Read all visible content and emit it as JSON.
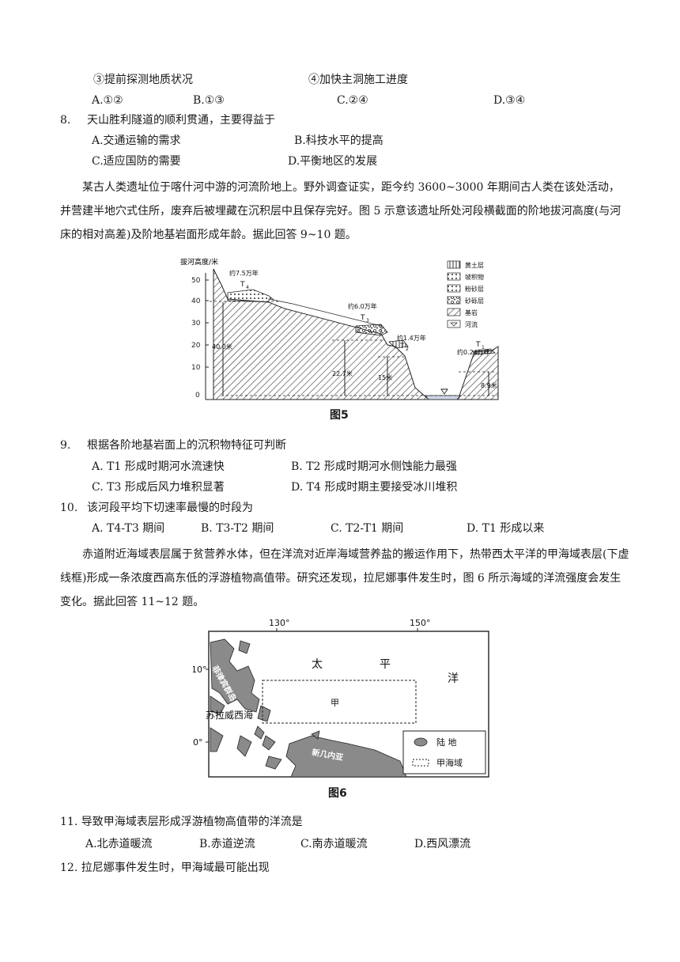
{
  "q7": {
    "option3": "③提前探测地质状况",
    "option4": "④加快主洞施工进度",
    "choices": [
      "A.①②",
      "B.①③",
      "C.②④",
      "D.③④"
    ]
  },
  "q8": {
    "number": "8.",
    "text": "天山胜利隧道的顺利贯通，主要得益于",
    "choices": [
      "A.交通运输的需求",
      "B.科技水平的提高",
      "C.适应国防的需要",
      "D.平衡地区的发展"
    ]
  },
  "passage1": "某古人类遗址位于喀什河中游的河流阶地上。野外调查证实，距今约 3600~3000 年期间古人类在该处活动，并营建半地穴式住所，废弃后被埋藏在沉积层中且保存完好。图 5 示意该遗址所处河段横截面的阶地拔河高度(与河床的相对高差)及阶地基岩面形成年龄。据此回答 9~10 题。",
  "figure5": {
    "ylabel": "拔河高度/米",
    "yticks": [
      "50",
      "40",
      "30",
      "20",
      "10",
      "0"
    ],
    "terraces": [
      {
        "name": "T",
        "sub": "4",
        "age": "约7.5万年",
        "height": "40.0米"
      },
      {
        "name": "T",
        "sub": "3",
        "age": "约6.0万年",
        "height": "22.7米"
      },
      {
        "name": "T",
        "sub": "2",
        "age": "约1.4万年",
        "height": "15米"
      },
      {
        "name": "T",
        "sub": "1",
        "age": "约0.24万年",
        "height": "8.9米"
      }
    ],
    "legend": [
      "黄土层",
      "坡积物",
      "粉砂层",
      "砂砾层",
      "基岩",
      "河流"
    ],
    "caption": "图5"
  },
  "q9": {
    "number": "9.",
    "text": "根据各阶地基岩面上的沉积物特征可判断",
    "choices": [
      "A.  T1 形成时期河水流速快",
      "B.  T2 形成时期河水侧蚀能力最强",
      "C.  T3 形成后风力堆积显著",
      "D.  T4 形成时期主要接受冰川堆积"
    ]
  },
  "q10": {
    "number": "10.",
    "text": "该河段平均下切速率最慢的时段为",
    "choices": [
      "A.  T4-T3 期间",
      "B.  T3-T2 期间",
      "C.  T2-T1 期间",
      "D.  T1 形成以来"
    ]
  },
  "passage2": "赤道附近海域表层属于贫营养水体，但在洋流对近岸海域营养盐的搬运作用下，热带西太平洋的甲海域表层(下虚线框)形成一条浓度西高东低的浮游植物高值带。研究还发现，拉尼娜事件发生时，图 6 所示海域的洋流强度会发生变化。据此回答 11~12 题。",
  "figure6": {
    "lon1": "130°",
    "lon2": "150°",
    "lat1": "10°",
    "lat2": "0°",
    "ocean": [
      "太",
      "平",
      "洋"
    ],
    "area": "甲",
    "sea": "苏拉威西海",
    "island1": "菲律宾群岛",
    "island2": "新几内亚",
    "legend_land": "陆 地",
    "legend_area": "甲海域",
    "caption": "图6"
  },
  "q11": {
    "text": "11.  导致甲海域表层形成浮游植物高值带的洋流是",
    "choices": [
      "A.北赤道暖流",
      "B.赤道逆流",
      "C.南赤道暖流",
      "D.西风漂流"
    ]
  },
  "q12": {
    "text": "12.  拉尼娜事件发生时，甲海域最可能出现"
  }
}
